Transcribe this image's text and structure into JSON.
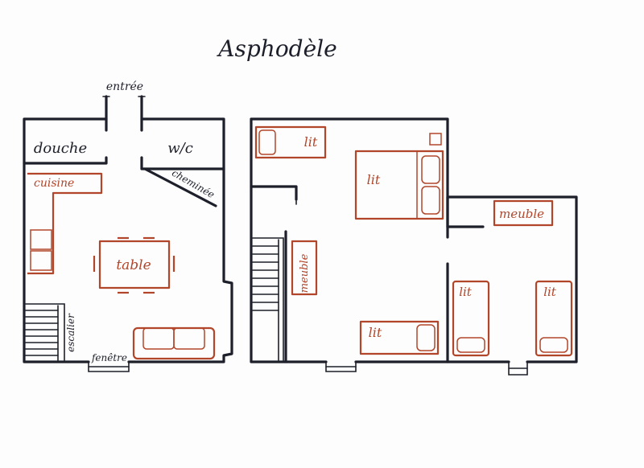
{
  "title": "Asphodèle",
  "colors": {
    "wall": "#1d1f2a",
    "furniture": "#b1462b",
    "paper": "#fdfdfd"
  },
  "ground_floor": {
    "labels": {
      "entree": "entrée",
      "douche": "douche",
      "wc": "w/c",
      "cuisine": "cuisine",
      "cheminee": "cheminée",
      "table": "table",
      "escalier": "escalier",
      "fenetre": "fenêtre"
    }
  },
  "upper_floor": {
    "labels": {
      "lit_top_left": "lit",
      "lit_double": "lit",
      "meuble_right": "meuble",
      "meuble_vertical": "meuble",
      "lit_bottom": "lit",
      "lit_right_1": "lit",
      "lit_right_2": "lit"
    }
  }
}
